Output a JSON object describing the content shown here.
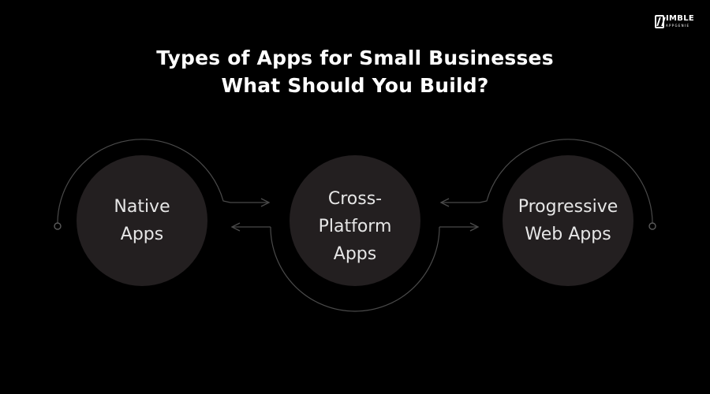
{
  "title": {
    "line1": "Types of Apps for Small Businesses",
    "line2": "What Should You Build?"
  },
  "brand": {
    "name": "IMBLE",
    "sub": "APPGENIE"
  },
  "nodes": [
    {
      "id": "native",
      "lines": [
        "Native",
        "Apps"
      ]
    },
    {
      "id": "cross",
      "lines": [
        "Cross-",
        "Platform",
        "Apps"
      ]
    },
    {
      "id": "pwa",
      "lines": [
        "Progressive",
        "Web Apps"
      ]
    }
  ],
  "colors": {
    "background": "#000000",
    "node_fill": "#231f20",
    "stroke": "#4a4a4a",
    "text": "#e6e6e6"
  }
}
